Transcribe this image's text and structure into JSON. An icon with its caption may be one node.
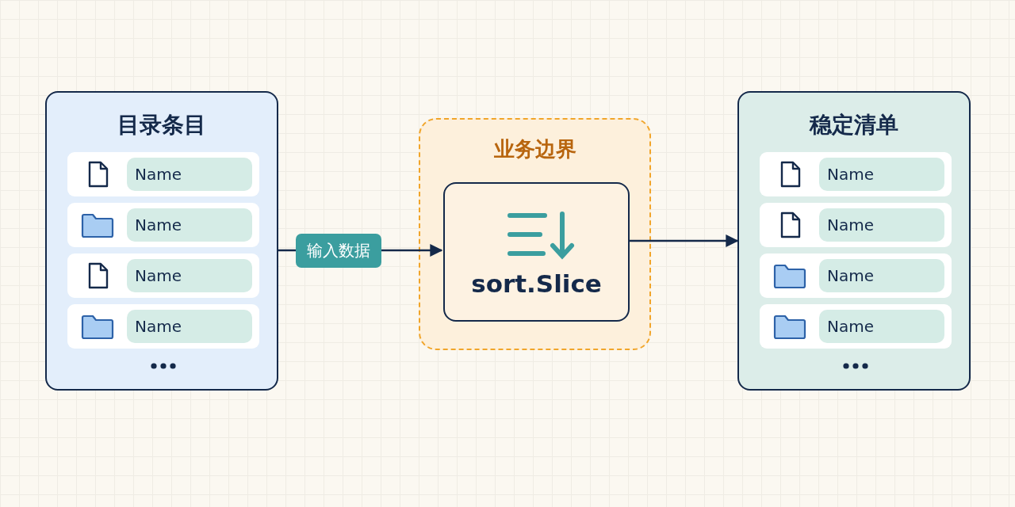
{
  "diagram": {
    "nodes": [
      {
        "text": [
          "目录条目"
        ]
      },
      {
        "text": [
          "Name"
        ],
        "in": 0
      },
      {
        "text": [
          "Name"
        ],
        "in": 0
      },
      {
        "text": [
          "Name"
        ],
        "in": 0
      },
      {
        "text": [
          "Name"
        ],
        "in": 0
      },
      {
        "text": [
          "业务边界"
        ]
      },
      {
        "text": [
          "sort.Slice"
        ],
        "in": 5
      },
      {
        "text": [
          "稳定清单"
        ]
      },
      {
        "text": [
          "Name"
        ],
        "in": 7
      },
      {
        "text": [
          "Name"
        ],
        "in": 7
      },
      {
        "text": [
          "Name"
        ],
        "in": 7
      },
      {
        "text": [
          "Name"
        ],
        "in": 7
      }
    ],
    "edges": [
      {
        "from": 0,
        "to": 6,
        "arrow": "to",
        "label": "输入数据"
      },
      {
        "from": 6,
        "to": 7,
        "arrow": "to"
      }
    ]
  }
}
